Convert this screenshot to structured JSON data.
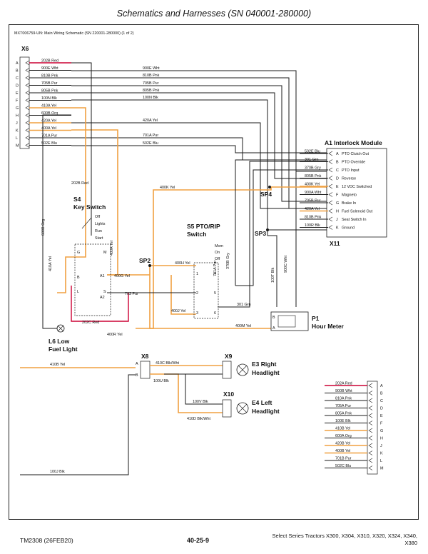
{
  "header": {
    "title": "Schematics and Harnesses (SN 040001-280000)"
  },
  "diagram": {
    "caption": "MXT006759-UN: Main Wiring Schematic (SN 220001-280000) (1 of 2)"
  },
  "x6": {
    "name": "X6",
    "pins": [
      "A",
      "B",
      "C",
      "D",
      "E",
      "F",
      "G",
      "H",
      "J",
      "K",
      "L",
      "M"
    ],
    "wires": [
      "202B Red",
      "900E Wht",
      "810B Pnk",
      "705B Pur",
      "805B Pnk",
      "100N Blk",
      "410A Yel",
      "600B Org",
      "420A Yel",
      "400A Yel",
      "701A Pur",
      "502E Blu"
    ]
  },
  "bus": {
    "labels": [
      "900E Wht",
      "810B Pnk",
      "705B Pur",
      "805B Pnk",
      "100N Blk",
      "420A Yel",
      "701A Pur",
      "502E Blu"
    ]
  },
  "a1": {
    "name": "A1 Interlock Module",
    "pins": [
      "A",
      "B",
      "C",
      "D",
      "E",
      "F",
      "G",
      "H",
      "J",
      "K"
    ],
    "wires": [
      "502E Blu",
      "301 Grn",
      "370B Gry",
      "805B Pnk",
      "400K Yel",
      "900A Wht",
      "705B Pur",
      "420A Yel",
      "810B Pnk",
      "100R Blk"
    ],
    "functions": [
      "PTO Clutch Out",
      "PTO Override",
      "PTO Input",
      "Reverse",
      "12 VDC Switched",
      "Magneto",
      "Brake In",
      "Fuel Solenoid Out",
      "Seat Switch In",
      "Ground"
    ],
    "conn": "X11"
  },
  "sp": {
    "sp4": "SP4",
    "sp3": "SP3",
    "sp2": "SP2"
  },
  "s4": {
    "name": "S4",
    "title": "Key Switch",
    "positions": [
      "Off",
      "Lights",
      "Run",
      "Start"
    ],
    "terminals": [
      "G",
      "M",
      "B",
      "A1",
      "L",
      "A2",
      "S"
    ],
    "wire_in": "202B Red",
    "wire_loop": "202C Red",
    "wire_left": "410A Yel",
    "wire_right": "400A Yel",
    "wire_a1": "400G Yel",
    "wire_s": "703 Pur"
  },
  "s5": {
    "name": "S5 PTO/RIP",
    "title": "Switch",
    "positions": [
      "Mom",
      "On",
      "Off"
    ],
    "terminals": [
      "1",
      "2",
      "3",
      "4",
      "5",
      "6"
    ],
    "wire_h": "400H Yel",
    "wire_j": "400J Yel",
    "wire_701": "701A Pur",
    "wire_370": "370B Gry",
    "wire_301": "301 Grn"
  },
  "p1": {
    "name": "P1",
    "title": "Hour Meter",
    "terminals": [
      "B",
      "A"
    ],
    "wire_blk": "100T Blk",
    "wire_wht": "900C Wht",
    "wire_m": "400M Yel"
  },
  "misc": {
    "wire_k": "400K Yel",
    "wire_r": "400R Yel",
    "wire_600": "600B Org",
    "wire_410": "410A Yel"
  },
  "l6": {
    "name": "L6 Low",
    "title": "Fuel Light"
  },
  "x8": {
    "name": "X8",
    "pins": [
      "A",
      "B"
    ],
    "wire_a": "410B Yel",
    "wire_c": "410C Blk/Wht",
    "wire_u": "100U Blk",
    "wire_j": "100J Blk"
  },
  "x9": {
    "name": "X9"
  },
  "x10": {
    "name": "X10",
    "wire_v": "100V Blk",
    "wire_d": "410D Blk/Wht"
  },
  "e3": {
    "name": "E3 Right",
    "title": "Headlight"
  },
  "e4": {
    "name": "E4 Left",
    "title": "Headlight"
  },
  "x6b": {
    "pins": [
      "A",
      "B",
      "C",
      "D",
      "E",
      "F",
      "G",
      "H",
      "J",
      "K",
      "L",
      "M"
    ],
    "wires": [
      "202A Red",
      "900B Wht",
      "810A Pnk",
      "705A Pur",
      "805A Pnk",
      "100E Blk",
      "410B Yel",
      "600A Org",
      "420B Yel",
      "400B Yel",
      "701B Pur",
      "502C Blu"
    ]
  },
  "footer": {
    "left": "TM2308 (26FEB20)",
    "center": "40-25-9",
    "right1": "Select Series Tractors X300, X304, X310, X320, X324, X340,",
    "right2": "X380"
  },
  "colors": {
    "orange": "#f0a040",
    "red": "#cc0033",
    "line": "#1a1a1a"
  }
}
